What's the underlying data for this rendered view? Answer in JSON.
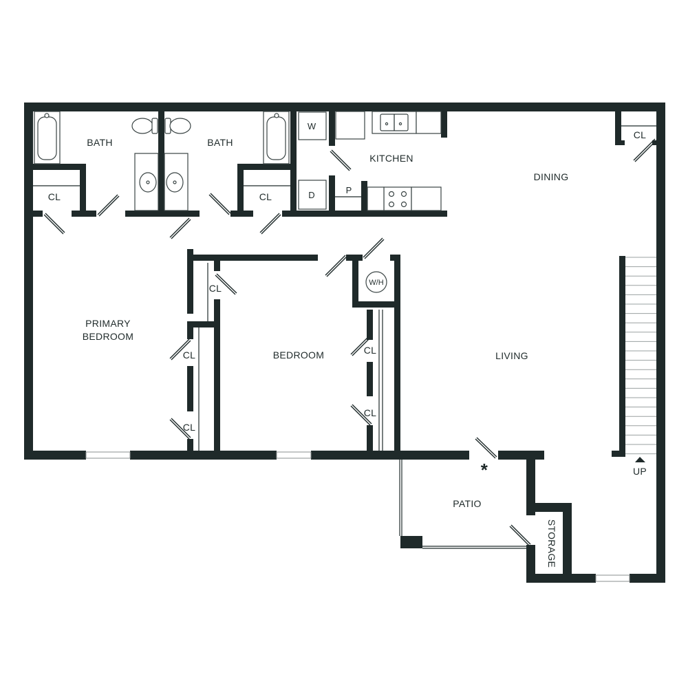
{
  "rooms": {
    "bath_left": "BATH",
    "bath_right": "BATH",
    "cl_bath_left": "CL",
    "cl_bath_right": "CL",
    "kitchen": "KITCHEN",
    "dining": "DINING",
    "cl_dining": "CL",
    "primary_bedroom_line1": "PRIMARY",
    "primary_bedroom_line2": "BEDROOM",
    "cl_hall": "CL",
    "cl_primary_upper": "CL",
    "cl_primary_lower": "CL",
    "bedroom": "BEDROOM",
    "cl_bedroom_upper": "CL",
    "cl_bedroom_lower": "CL",
    "living": "LIVING",
    "patio": "PATIO",
    "storage": "STORAGE",
    "stairs_up": "UP"
  },
  "appliances": {
    "washer": "W",
    "dryer": "D",
    "pantry": "P",
    "water_heater": "W/H"
  },
  "marker": "*"
}
